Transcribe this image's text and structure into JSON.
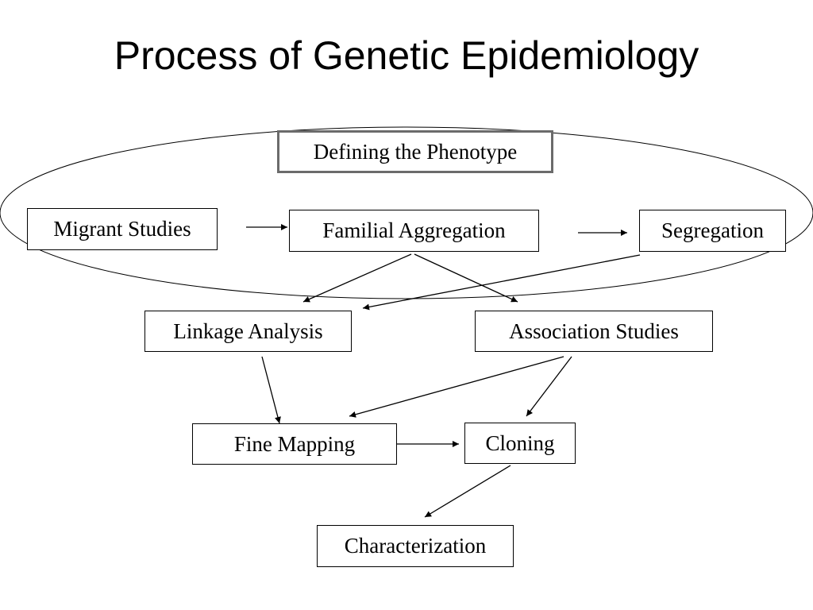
{
  "title": "Process of Genetic Epidemiology",
  "nodes": {
    "defining_phenotype": "Defining the Phenotype",
    "migrant_studies": "Migrant Studies",
    "familial_aggregation": "Familial Aggregation",
    "segregation": "Segregation",
    "linkage_analysis": "Linkage Analysis",
    "association_studies": "Association Studies",
    "fine_mapping": "Fine Mapping",
    "cloning": "Cloning",
    "characterization": "Characterization"
  }
}
